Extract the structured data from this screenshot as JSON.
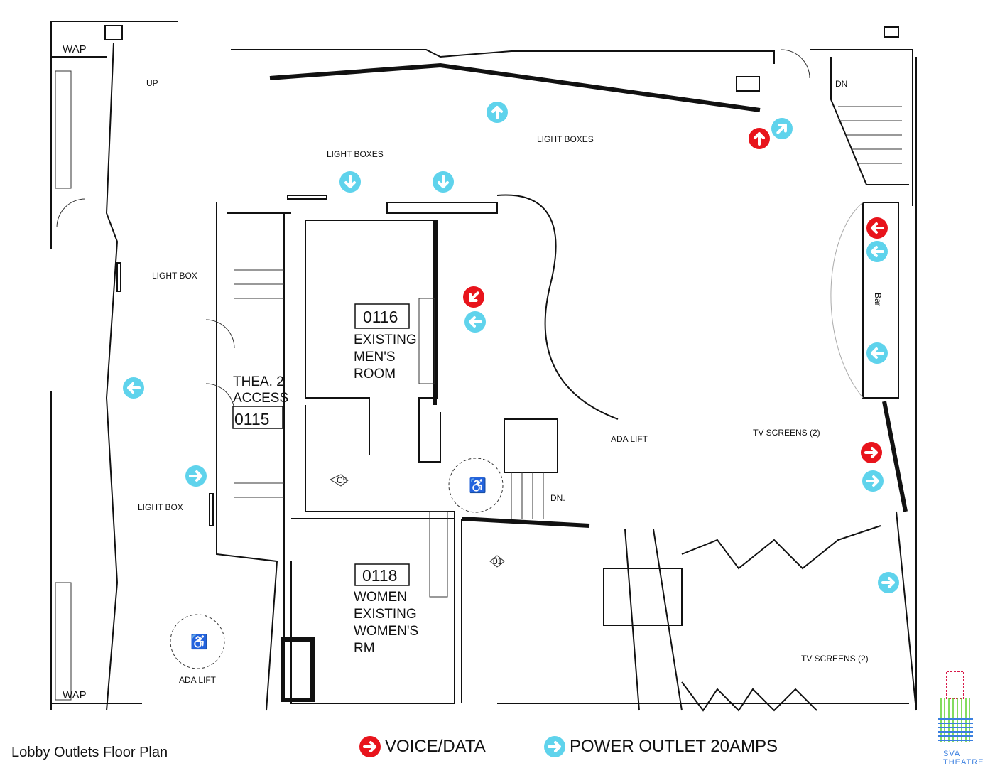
{
  "title": "Lobby Outlets Floor Plan",
  "legend": [
    {
      "label": "VOICE/DATA",
      "color": "#e8141c"
    },
    {
      "label": "POWER OUTLET 20AMPS",
      "color": "#5fd3ec"
    }
  ],
  "logo": {
    "text": "SVA THEATRE"
  },
  "labels": {
    "wap_top": "WAP",
    "wap_bottom": "WAP",
    "up": "UP",
    "dn_stair": "DN",
    "light_boxes_left": "LIGHT BOXES",
    "light_boxes_right": "LIGHT BOXES",
    "light_box_upper": "LIGHT BOX",
    "light_box_lower": "LIGHT BOX",
    "ada_lift_center": "ADA LIFT",
    "ada_lift_left": "ADA LIFT",
    "dn_lift": "DN.",
    "tv_screens_upper": "TV SCREENS (2)",
    "tv_screens_lower": "TV SCREENS (2)",
    "bar": "Bar",
    "tag_c5": "C5",
    "tag_01": "01"
  },
  "rooms": {
    "mens": {
      "number": "0116",
      "line1": "EXISTING",
      "line2": "MEN'S",
      "line3": "ROOM"
    },
    "thea2": {
      "number": "0115",
      "line1": "THEA. 2",
      "line2": "ACCESS"
    },
    "womens": {
      "number": "0118",
      "overlay": "WOMEN",
      "line1": "EXISTING",
      "line2": "WOMEN'S",
      "line3": "RM"
    }
  },
  "outlets": [
    {
      "type": "power",
      "direction": "up"
    },
    {
      "type": "power",
      "direction": "down"
    },
    {
      "type": "power",
      "direction": "down"
    },
    {
      "type": "voice",
      "direction": "up"
    },
    {
      "type": "power",
      "direction": "up-right"
    },
    {
      "type": "voice",
      "direction": "left"
    },
    {
      "type": "power",
      "direction": "left"
    },
    {
      "type": "power",
      "direction": "left"
    },
    {
      "type": "voice",
      "direction": "down-left"
    },
    {
      "type": "power",
      "direction": "left"
    },
    {
      "type": "power",
      "direction": "left"
    },
    {
      "type": "power",
      "direction": "right"
    },
    {
      "type": "voice",
      "direction": "right"
    },
    {
      "type": "power",
      "direction": "right"
    },
    {
      "type": "power",
      "direction": "right"
    }
  ]
}
